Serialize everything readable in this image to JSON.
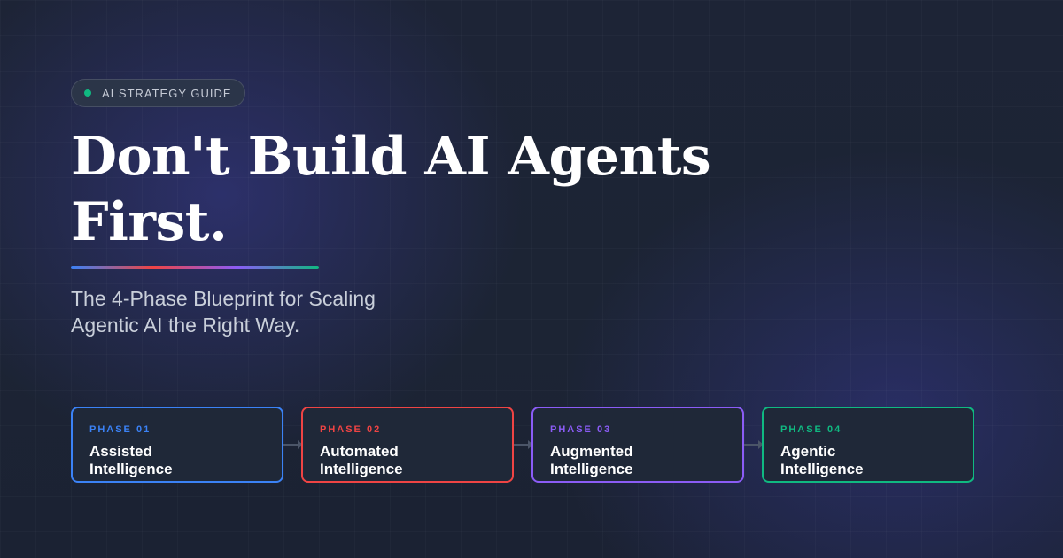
{
  "badge": {
    "label": "AI STRATEGY GUIDE",
    "dot_color": "#10b981"
  },
  "title": "Don't Build AI Agents\nFirst.",
  "accent_gradient": [
    "#3b82f6",
    "#ef4444",
    "#8b5cf6",
    "#10b981"
  ],
  "subtitle": "The 4-Phase Blueprint for Scaling\nAgentic AI the Right Way.",
  "phases": [
    {
      "label": "PHASE 01",
      "name": "Assisted\nIntelligence",
      "color": "#3b82f6"
    },
    {
      "label": "PHASE 02",
      "name": "Automated\nIntelligence",
      "color": "#ef4444"
    },
    {
      "label": "PHASE 03",
      "name": "Augmented\nIntelligence",
      "color": "#8b5cf6"
    },
    {
      "label": "PHASE 04",
      "name": "Agentic\nIntelligence",
      "color": "#10b981"
    }
  ]
}
